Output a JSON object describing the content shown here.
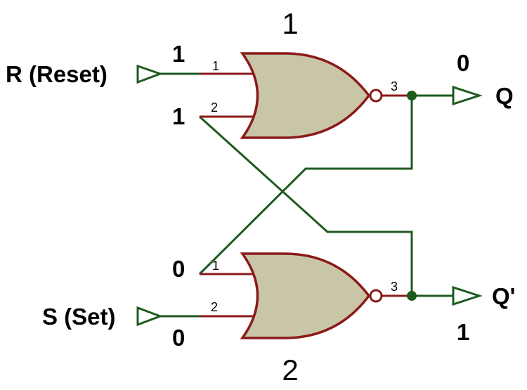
{
  "diagram": {
    "inputs": {
      "reset": "R (Reset)",
      "set": "S (Set)"
    },
    "outputs": {
      "q": "Q",
      "q_bar": "Q'"
    },
    "gates": [
      {
        "name": "1",
        "pins": {
          "in1": "1",
          "in2": "2",
          "out": "3"
        }
      },
      {
        "name": "2",
        "pins": {
          "in1": "1",
          "in2": "2",
          "out": "3"
        }
      }
    ],
    "logic_values": {
      "gate1_in1": "1",
      "gate1_in2": "1",
      "gate2_in1": "0",
      "gate2_in2": "0",
      "q": "0",
      "q_bar": "1"
    },
    "colors": {
      "wire": "#1f5a1f",
      "gate_outline": "#8b1a1a",
      "gate_fill": "#c8c6a6"
    }
  }
}
